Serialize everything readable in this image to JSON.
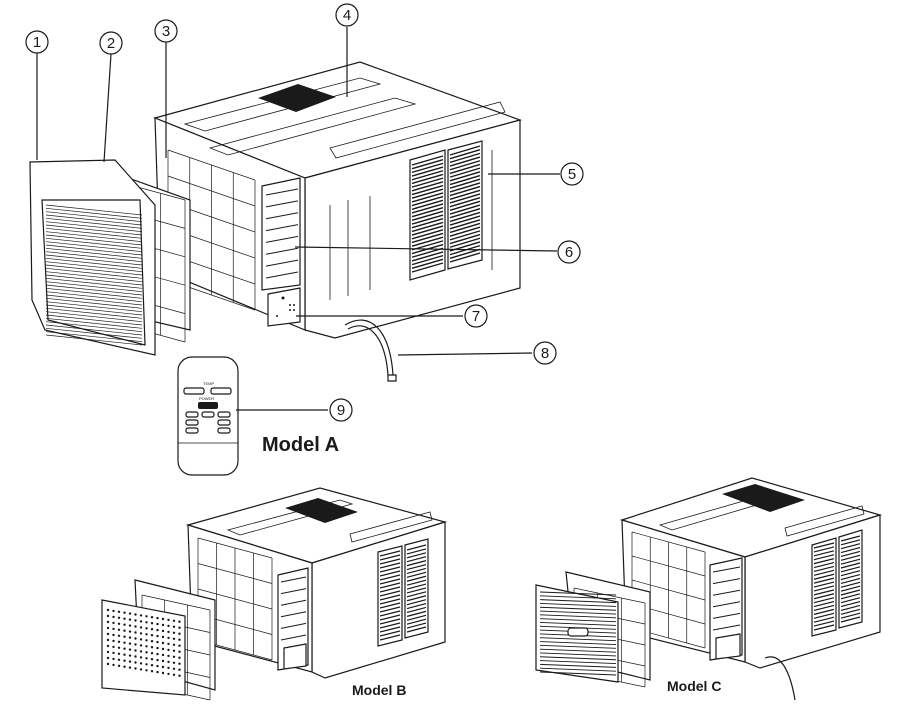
{
  "callouts": [
    {
      "number": "1",
      "part": "front-grille"
    },
    {
      "number": "2",
      "part": "air-filter"
    },
    {
      "number": "3",
      "part": "cabinet-front-frame"
    },
    {
      "number": "4",
      "part": "top-vent"
    },
    {
      "number": "5",
      "part": "side-louvers"
    },
    {
      "number": "6",
      "part": "air-direction-louvers"
    },
    {
      "number": "7",
      "part": "control-panel"
    },
    {
      "number": "8",
      "part": "power-cord"
    },
    {
      "number": "9",
      "part": "remote-control"
    }
  ],
  "models": {
    "a": "Model A",
    "b": "Model B",
    "c": "Model C"
  },
  "remote": {
    "temp_label": "TEMP",
    "power_label": "POWER"
  },
  "colors": {
    "line": "#1a1a1a",
    "background": "#ffffff"
  }
}
